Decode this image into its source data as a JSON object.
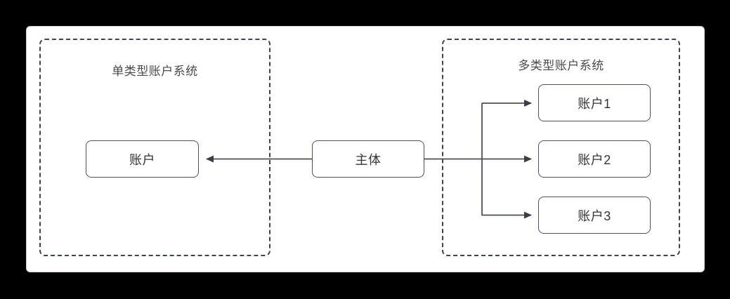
{
  "canvas": {
    "background": "#000000",
    "panel_background": "#ffffff",
    "panel_border_color": "#d4d4d4"
  },
  "diagram": {
    "type": "flowchart",
    "stroke_color": "#4b5159",
    "dash_color": "#3d4451",
    "text_color": "#333333",
    "title_color": "#4a4a4a",
    "groups": [
      {
        "id": "single-type-group",
        "title": "单类型账户系统",
        "style": "dashed"
      },
      {
        "id": "multi-type-group",
        "title": "多类型账户系统",
        "style": "dashed"
      }
    ],
    "nodes": [
      {
        "id": "account",
        "label": "账户"
      },
      {
        "id": "subject",
        "label": "主体"
      },
      {
        "id": "account1",
        "label": "账户1"
      },
      {
        "id": "account2",
        "label": "账户2"
      },
      {
        "id": "account3",
        "label": "账户3"
      }
    ],
    "edges": [
      {
        "from": "subject",
        "to": "account",
        "arrow": "filled-triangle",
        "direction": "left"
      },
      {
        "from": "subject",
        "to": "account1",
        "arrow": "filled-triangle",
        "direction": "right"
      },
      {
        "from": "subject",
        "to": "account2",
        "arrow": "filled-triangle",
        "direction": "right"
      },
      {
        "from": "subject",
        "to": "account3",
        "arrow": "filled-triangle",
        "direction": "right"
      }
    ]
  }
}
